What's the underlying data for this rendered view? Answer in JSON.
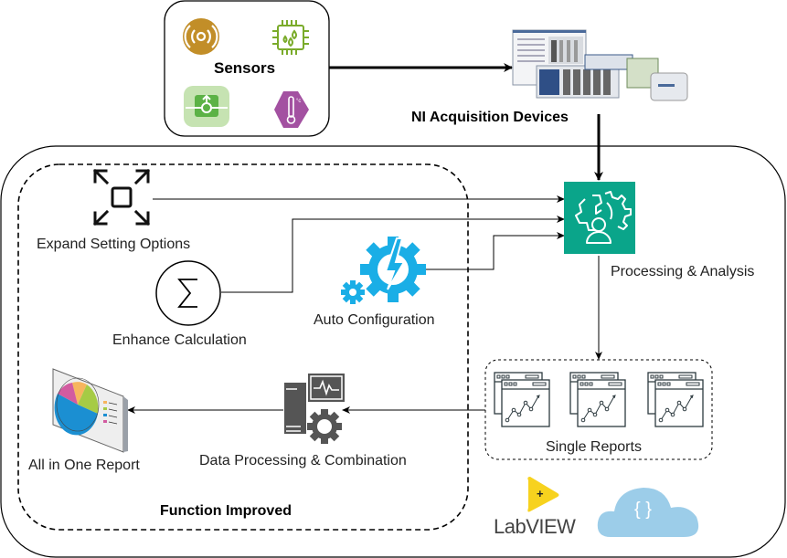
{
  "diagram": {
    "sensors": {
      "label": "Sensors",
      "icons": [
        "vibration-sensor-icon",
        "humidity-chip-sensor-icon",
        "flow-sensor-icon",
        "temperature-sensor-icon"
      ],
      "colors": {
        "vibration": "#c28e28",
        "humidity": "#7aab2a",
        "flow_bg": "#c6e3b2",
        "flow_fg": "#5cb246",
        "temperature": "#a351a1"
      }
    },
    "acquisition": {
      "label": "NI Acquisition Devices"
    },
    "processing": {
      "label": "Processing & Analysis",
      "color": "#0aa58a"
    },
    "function_group": {
      "label": "Function Improved",
      "items": {
        "expand": "Expand Setting Options",
        "enhance": "Enhance Calculation",
        "auto_config": "Auto Configuration",
        "data_processing": "Data Processing & Combination",
        "all_in_one": "All in One Report"
      }
    },
    "single_reports": {
      "label": "Single Reports",
      "count": 3
    },
    "logos": {
      "labview": "LabVIEW",
      "labview_plus": "+",
      "labview_color": "#f7d21e",
      "cloud_color": "#9ccde9",
      "cloud_symbol": "{ }"
    },
    "accent_colors": {
      "auto_config": "#1aaee6",
      "data_processing": "#555555"
    }
  }
}
